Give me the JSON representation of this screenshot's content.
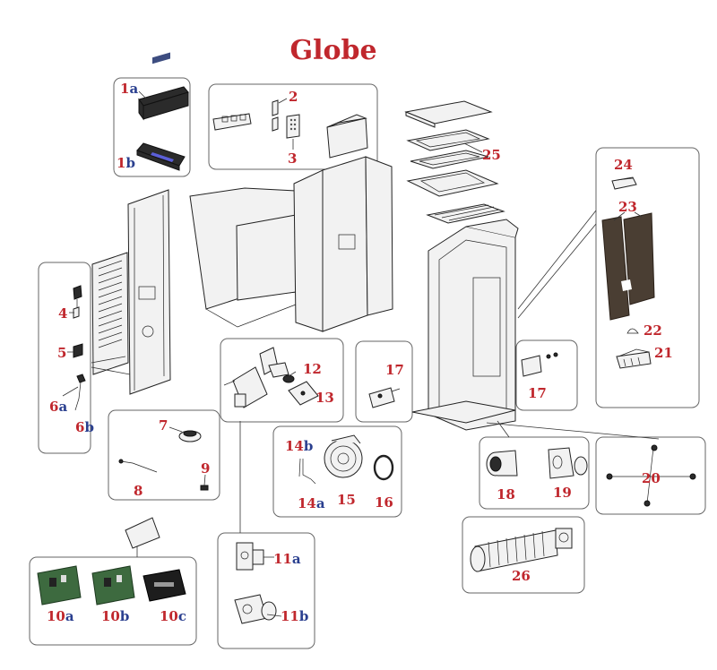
{
  "title": "Globe",
  "colors": {
    "number": "#c0272d",
    "suffix": "#2a3f8f",
    "frame": "#666666"
  },
  "labels": [
    {
      "num": "1",
      "suf": "a"
    },
    {
      "num": "1",
      "suf": "b"
    },
    {
      "num": "2",
      "suf": ""
    },
    {
      "num": "3",
      "suf": ""
    },
    {
      "num": "4",
      "suf": ""
    },
    {
      "num": "5",
      "suf": ""
    },
    {
      "num": "6",
      "suf": "a"
    },
    {
      "num": "6",
      "suf": "b"
    },
    {
      "num": "7",
      "suf": ""
    },
    {
      "num": "8",
      "suf": ""
    },
    {
      "num": "9",
      "suf": ""
    },
    {
      "num": "10",
      "suf": "a"
    },
    {
      "num": "10",
      "suf": "b"
    },
    {
      "num": "10",
      "suf": "c"
    },
    {
      "num": "11",
      "suf": "a"
    },
    {
      "num": "11",
      "suf": "b"
    },
    {
      "num": "12",
      "suf": ""
    },
    {
      "num": "13",
      "suf": ""
    },
    {
      "num": "14",
      "suf": "a"
    },
    {
      "num": "14",
      "suf": "b"
    },
    {
      "num": "15",
      "suf": ""
    },
    {
      "num": "16",
      "suf": ""
    },
    {
      "num": "17",
      "suf": ""
    },
    {
      "num": "17",
      "suf": ""
    },
    {
      "num": "18",
      "suf": ""
    },
    {
      "num": "19",
      "suf": ""
    },
    {
      "num": "20",
      "suf": ""
    },
    {
      "num": "21",
      "suf": ""
    },
    {
      "num": "22",
      "suf": ""
    },
    {
      "num": "23",
      "suf": ""
    },
    {
      "num": "24",
      "suf": ""
    },
    {
      "num": "25",
      "suf": ""
    },
    {
      "num": "26",
      "suf": ""
    }
  ]
}
